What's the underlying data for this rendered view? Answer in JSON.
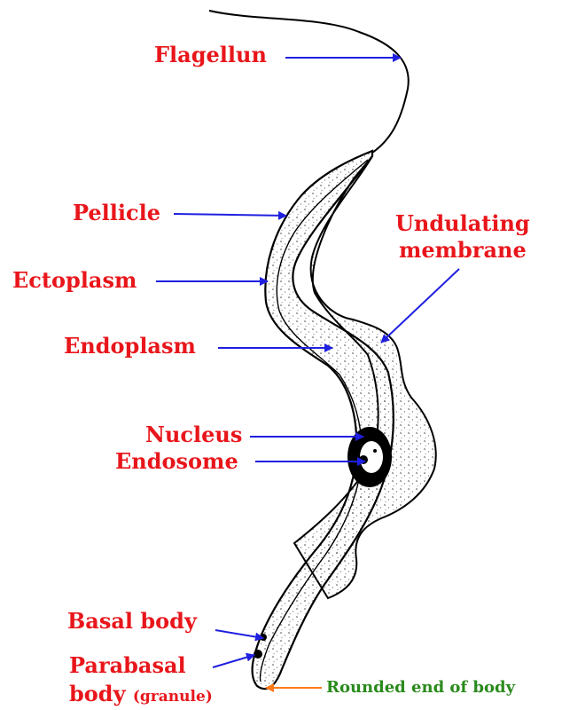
{
  "colors": {
    "label_red": "#e8161b",
    "arrow_blue": "#1f1fe0",
    "arrow_orange": "#ff7a1a",
    "label_green": "#2a8a1c",
    "outline": "#000000"
  },
  "labels": {
    "flagellum": "Flagellun",
    "pellicle": "Pellicle",
    "ectoplasm": "Ectoplasm",
    "endoplasm": "Endoplasm",
    "undulating_line1": "Undulating",
    "undulating_line2": "membrane",
    "nucleus": "Nucleus",
    "endosome": "Endosome",
    "basal_body": "Basal body",
    "parabasal_line1": "Parabasal",
    "parabasal_line2": "body",
    "granule": "(granule)",
    "rounded_end": "Rounded end of body"
  }
}
